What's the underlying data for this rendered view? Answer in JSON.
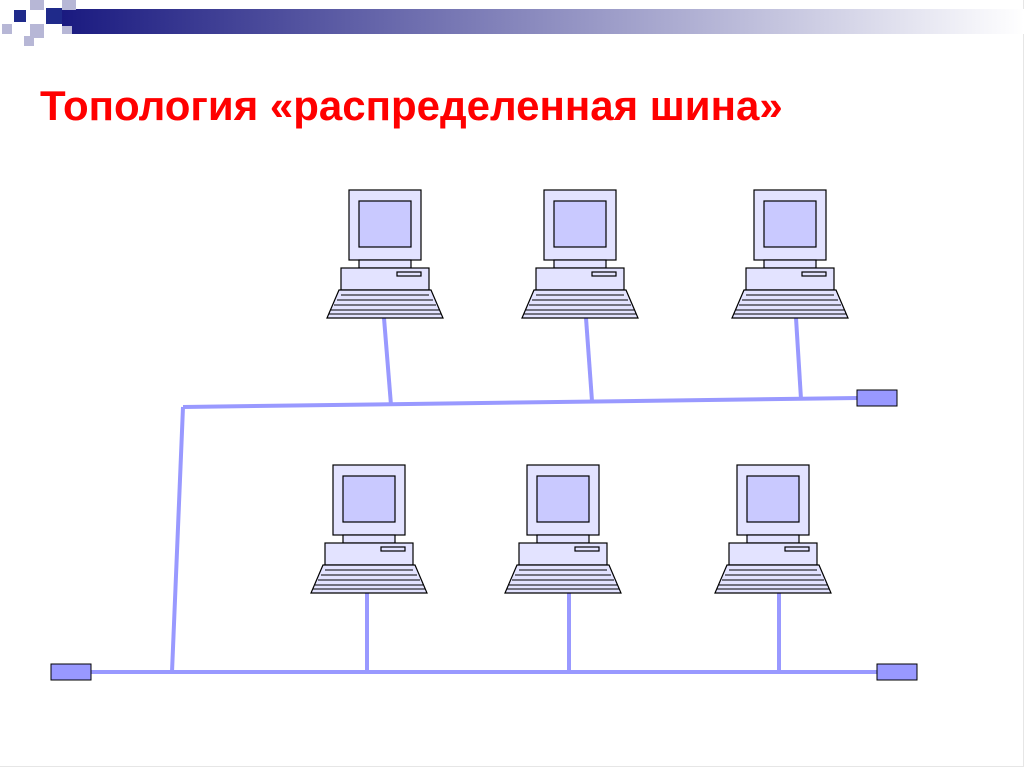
{
  "slide": {
    "title": "Топология «распределенная шина»"
  },
  "colors": {
    "title": "#ff0000",
    "cable": "#9999ff",
    "terminator": "#9999ff",
    "computer_fill": "#e3e3ff",
    "screen_fill": "#c9c9ff",
    "outline": "#000000",
    "header_band_start": "#1a1a80",
    "header_band_end": "#ffffff",
    "corner_square_dark": "#1f2a8a",
    "corner_square_light": "#b7b7d6"
  },
  "diagram": {
    "upper_segment": {
      "computer_icon": "desktop-computer-icon",
      "computer_count": 3,
      "terminators": 1
    },
    "lower_segment": {
      "computer_icon": "desktop-computer-icon",
      "computer_count": 3,
      "terminators": 2
    }
  }
}
